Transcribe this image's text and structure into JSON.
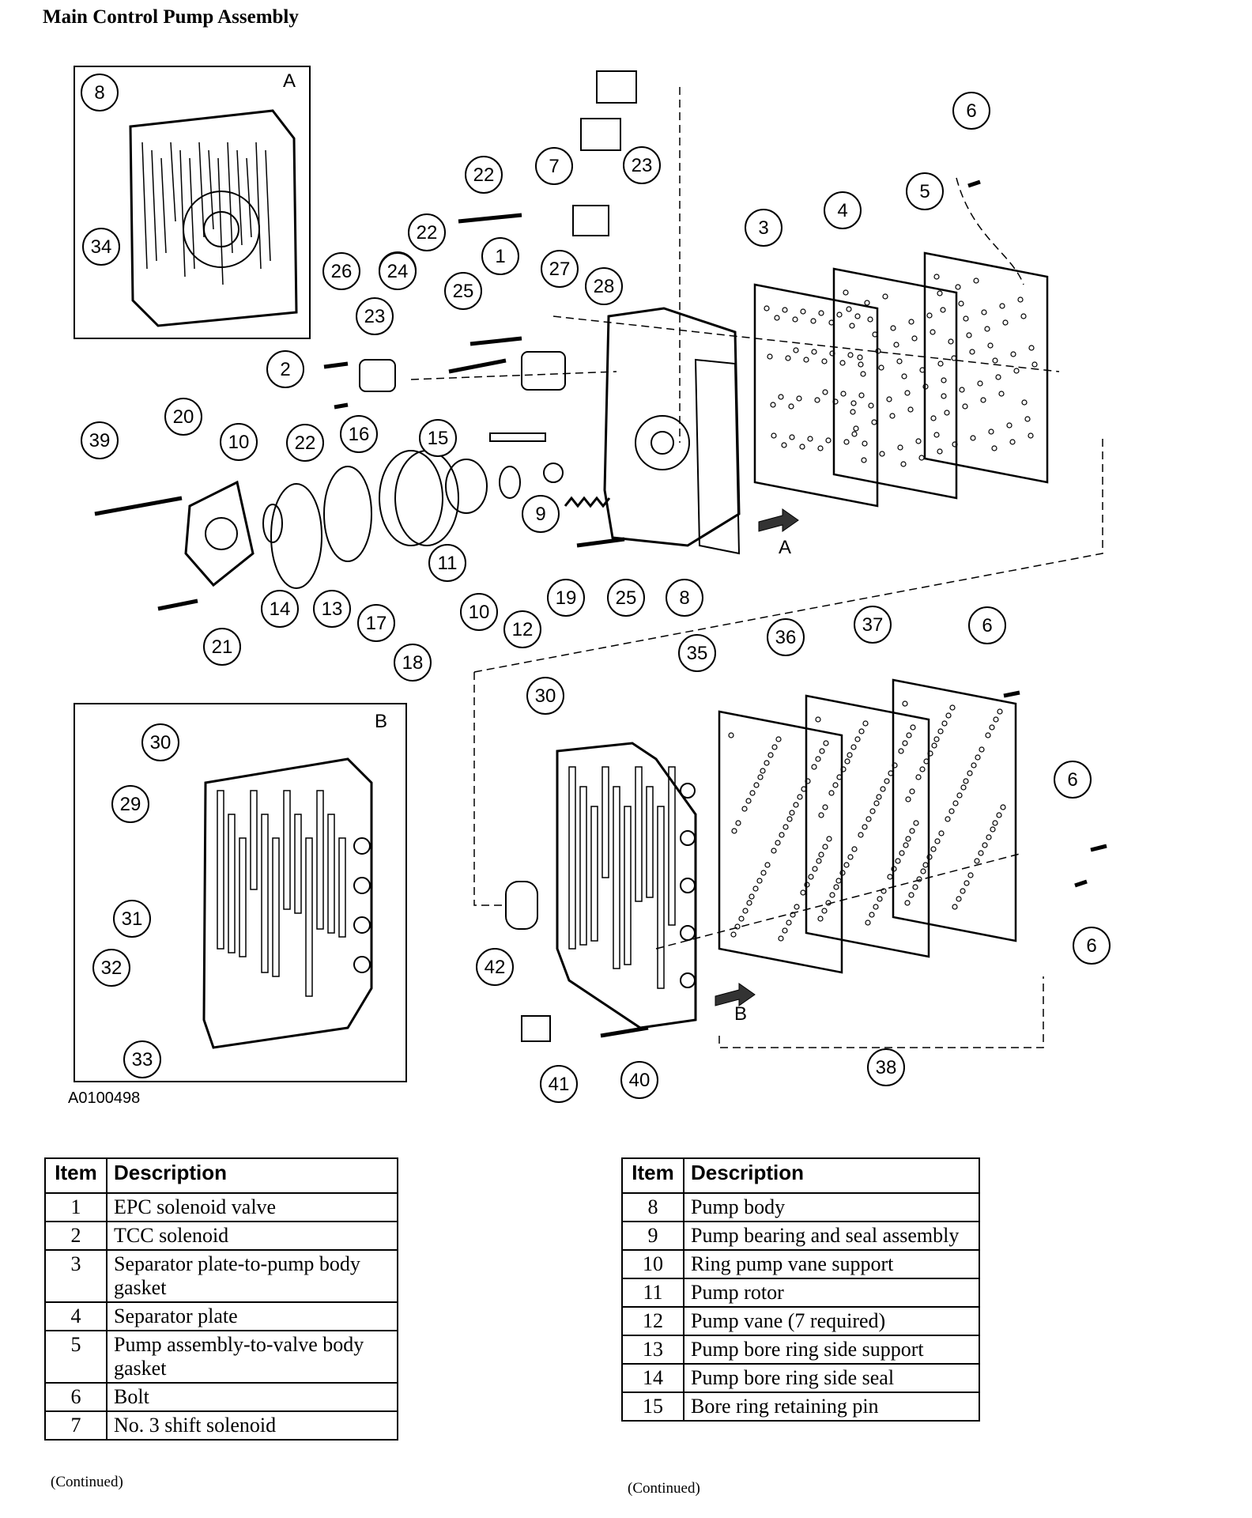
{
  "title": "Main Control Pump Assembly",
  "figure_id": "A0100498",
  "insets": [
    {
      "letter": "A",
      "callouts": [
        "8",
        "34"
      ]
    },
    {
      "letter": "B",
      "callouts": [
        "30",
        "29",
        "31",
        "32",
        "33"
      ]
    }
  ],
  "view_markers": [
    "A",
    "B"
  ],
  "callouts": [
    "8",
    "34",
    "22",
    "7",
    "23",
    "6",
    "22",
    "1",
    "27",
    "28",
    "24",
    "5",
    "4",
    "3",
    "26",
    "24",
    "25",
    "23",
    "2",
    "22",
    "16",
    "15",
    "20",
    "39",
    "10",
    "9",
    "11",
    "10",
    "12",
    "19",
    "25",
    "8",
    "21",
    "14",
    "13",
    "17",
    "18",
    "30",
    "35",
    "36",
    "37",
    "6",
    "6",
    "6",
    "42",
    "41",
    "40",
    "38",
    "30",
    "29",
    "31",
    "32",
    "33"
  ],
  "tables": [
    {
      "headers": [
        "Item",
        "Description"
      ],
      "rows": [
        [
          "1",
          "EPC solenoid valve"
        ],
        [
          "2",
          "TCC solenoid"
        ],
        [
          "3",
          "Separator plate-to-pump body gasket"
        ],
        [
          "4",
          "Separator plate"
        ],
        [
          "5",
          "Pump assembly-to-valve body gasket"
        ],
        [
          "6",
          "Bolt"
        ],
        [
          "7",
          "No. 3 shift solenoid"
        ]
      ],
      "footer": "(Continued)"
    },
    {
      "headers": [
        "Item",
        "Description"
      ],
      "rows": [
        [
          "8",
          "Pump body"
        ],
        [
          "9",
          "Pump bearing and seal assembly"
        ],
        [
          "10",
          "Ring pump vane support"
        ],
        [
          "11",
          "Pump rotor"
        ],
        [
          "12",
          "Pump vane (7 required)"
        ],
        [
          "13",
          "Pump bore ring side support"
        ],
        [
          "14",
          "Pump bore ring side seal"
        ],
        [
          "15",
          "Bore ring retaining pin"
        ]
      ],
      "footer": "(Continued)"
    }
  ]
}
